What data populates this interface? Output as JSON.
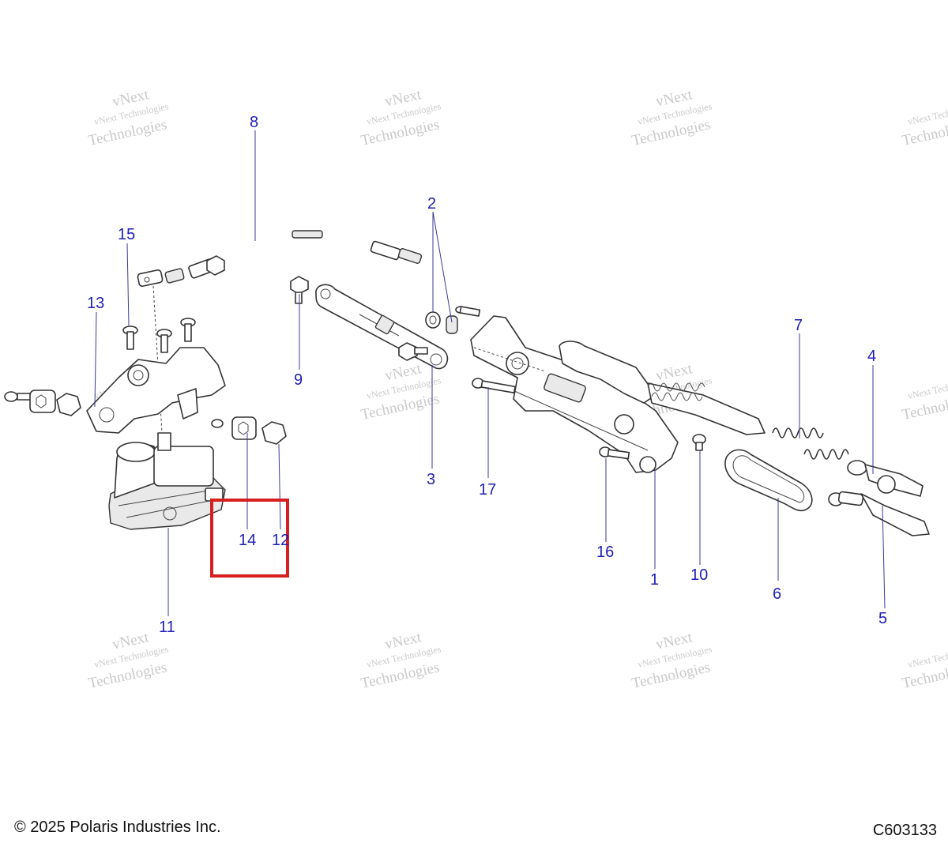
{
  "diagram": {
    "callouts": [
      "1",
      "2",
      "3",
      "4",
      "5",
      "6",
      "7",
      "8",
      "9",
      "10",
      "11",
      "12",
      "13",
      "14",
      "15",
      "16",
      "17"
    ],
    "watermark": {
      "line1": "vNext Technologies",
      "line2": "vNext",
      "line3": "Technologies"
    },
    "highlight_color": "#d62020",
    "callout_color": "#1f1fb4"
  },
  "footer": {
    "copyright": "© 2025 Polaris Industries Inc.",
    "diagram_id": "C603133"
  }
}
